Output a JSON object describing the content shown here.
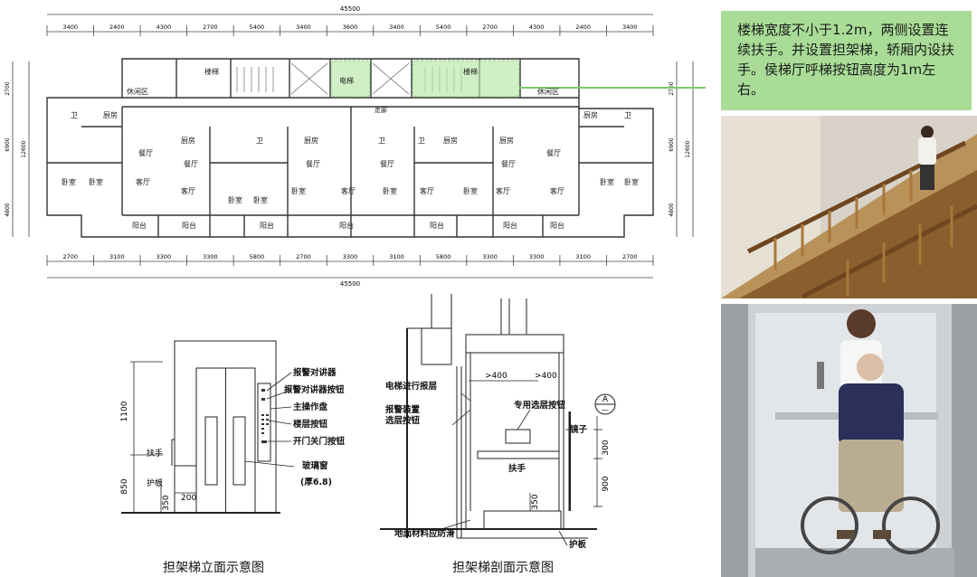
{
  "plan": {
    "top_total": "45500",
    "top_dims": [
      "3400",
      "2400",
      "4300",
      "2700",
      "5400",
      "3400",
      "3600",
      "3400",
      "5400",
      "2700",
      "4300",
      "2400",
      "3400"
    ],
    "bottom_total": "45500",
    "bottom_dims": [
      "2700",
      "3100",
      "3300",
      "3300",
      "5800",
      "2700",
      "3300",
      "3100",
      "5800",
      "3300",
      "3300",
      "3100",
      "2700"
    ],
    "left_dims": [
      "2700",
      "6900",
      "12600",
      "4800"
    ],
    "right_dims": [
      "2700",
      "6900",
      "12600",
      "4800"
    ],
    "rooms": {
      "stair_left": "楼梯",
      "elevator": "电梯",
      "stair_right": "楼梯",
      "rest_left": "休闲区",
      "rest_right": "休闲区",
      "corridor": "走廊",
      "wc": "卫",
      "kitchen": "厨房",
      "dining": "餐厅",
      "living": "客厅",
      "bedroom": "卧室",
      "balcony": "阳台"
    }
  },
  "callout": {
    "text": "楼梯宽度不小于1.2m，两侧设置连续扶手。并设置担架梯，轿厢内设扶手。侯梯厅呼梯按钮高度为1m左右。"
  },
  "elevation": {
    "caption": "担架梯立面示意图",
    "labels": [
      "报警对讲器",
      "报警对讲器按钮",
      "主操作盘",
      "楼层按钮",
      "开门关门按钮",
      "玻璃窗",
      "(厚6.8)"
    ],
    "handrail": "扶手",
    "guard": "护板",
    "dims": [
      "1100",
      "850",
      "350",
      "200"
    ]
  },
  "section": {
    "caption": "担架梯剖面示意图",
    "labels": [
      "电梯进行报层",
      "报警装置",
      "选层按钮",
      "专用选层按钮",
      "镜子",
      "扶手",
      "地面材料应防滑",
      "护板"
    ],
    "dims": [
      ">400",
      ">400",
      "300",
      "900",
      "350"
    ],
    "marker_top": "A",
    "marker_bottom": "—"
  },
  "colors": {
    "callout_bg": "#a9dd97",
    "highlight": "#7ec86a",
    "arrow": "#7ec86a"
  },
  "photos": {
    "photo1": "staircase-handrail-photo",
    "photo2": "elevator-wheelchair-photo"
  }
}
